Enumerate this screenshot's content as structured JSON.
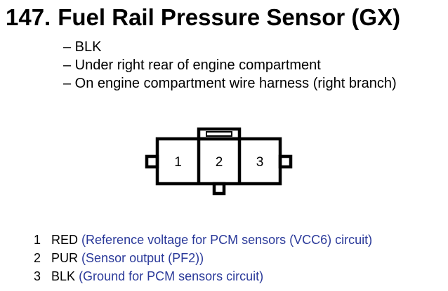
{
  "title": {
    "number": "147.",
    "text": "Fuel Rail Pressure Sensor (GX)"
  },
  "details": [
    "– BLK",
    "– Under right rear of engine compartment",
    "– On engine compartment wire harness (right branch)"
  ],
  "connector": {
    "terminals": [
      "1",
      "2",
      "3"
    ]
  },
  "pins": [
    {
      "number": "1",
      "color": "RED",
      "description": "(Reference voltage for PCM sensors (VCC6) circuit)"
    },
    {
      "number": "2",
      "color": "PUR",
      "description": "(Sensor output (PF2))"
    },
    {
      "number": "3",
      "color": "BLK",
      "description": "(Ground for PCM sensors circuit)"
    }
  ],
  "colors": {
    "text": "#000000",
    "description": "#2b3a9a"
  }
}
